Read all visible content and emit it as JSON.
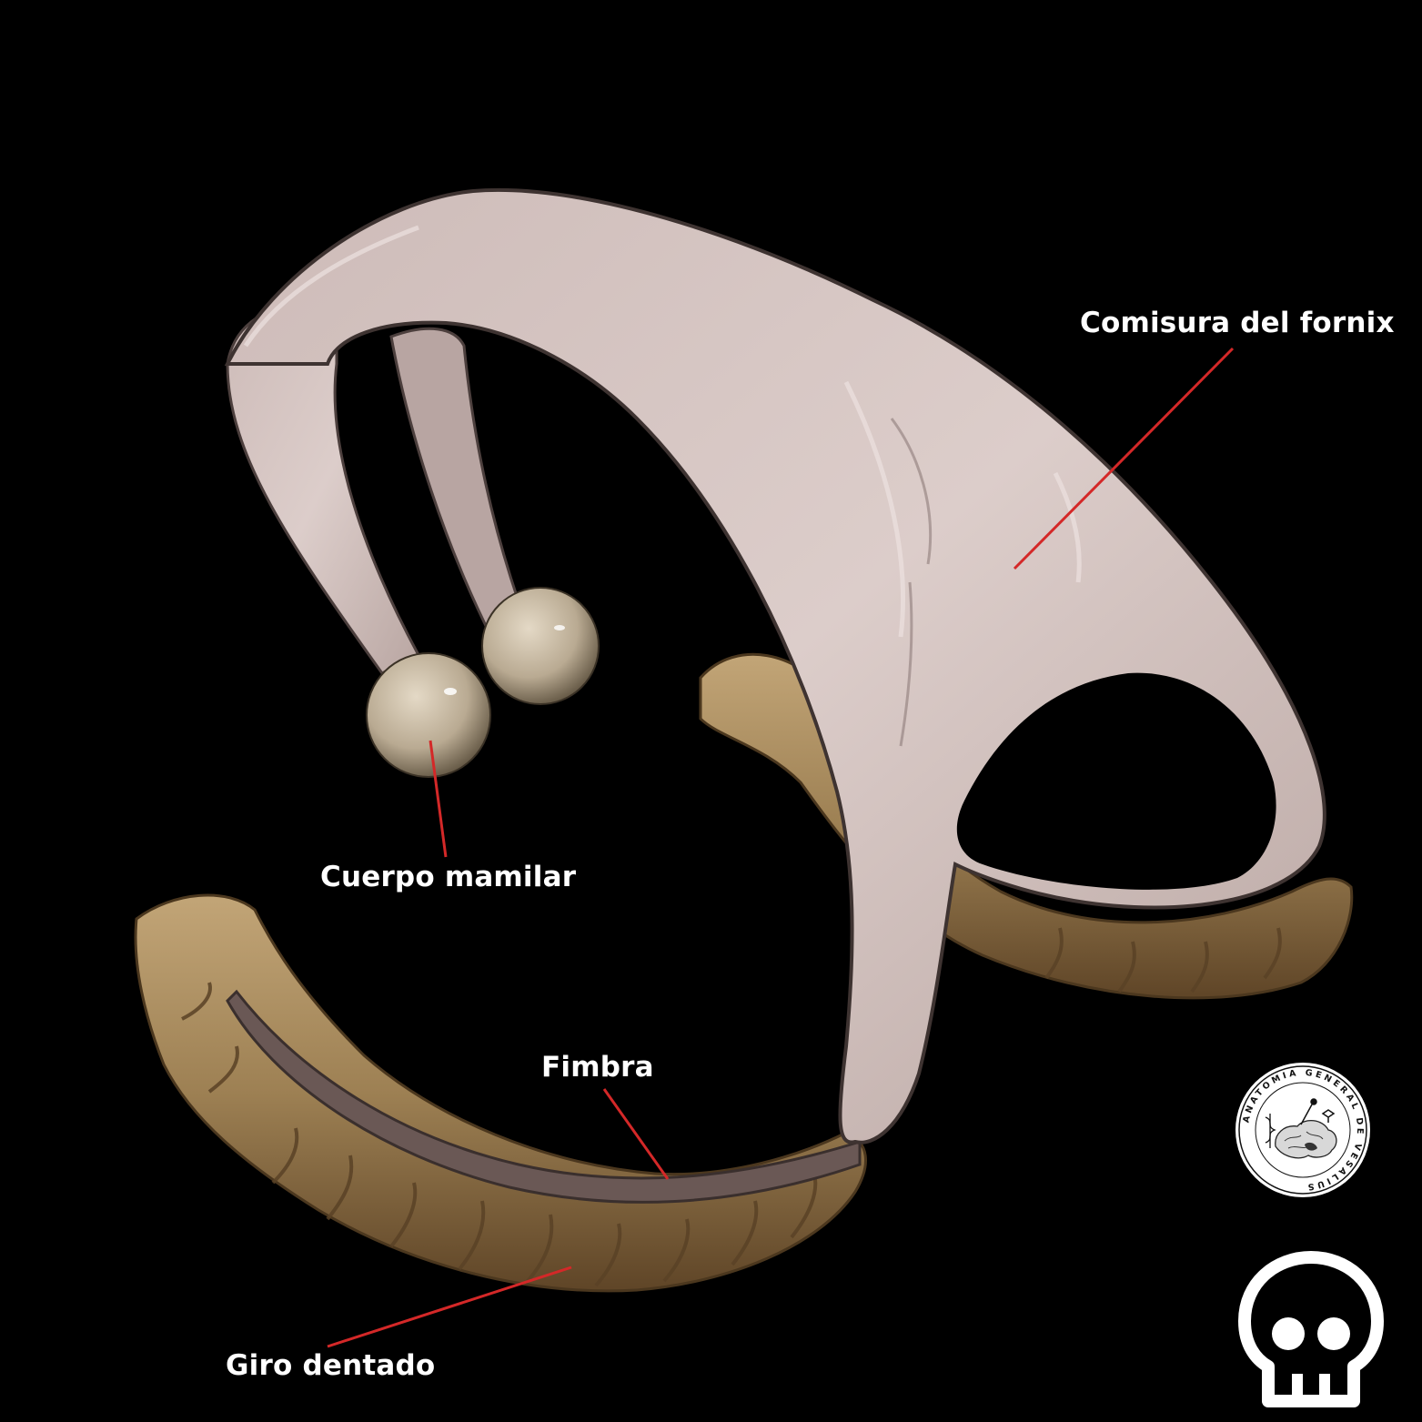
{
  "labels": {
    "comisura": "Comisura del fornix",
    "cuerpo_mamilar": "Cuerpo mamilar",
    "fimbra": "Fimbra",
    "giro_dentado": "Giro dentado"
  },
  "seal": {
    "text": "ANATOMIA GENERAL DE VESALIUS"
  },
  "colors": {
    "background": "#000000",
    "fornix": "#d6c6c3",
    "fornix_shadow": "#6f5f5c",
    "gyrus": "#a3875c",
    "gyrus_dark": "#5a4226",
    "mammillary": "#cabda8",
    "leader_line": "#d42828",
    "label_text": "#ffffff"
  },
  "icons": [
    "skull-icon",
    "brain-icon",
    "caduceus-icon",
    "microscope-icon"
  ]
}
